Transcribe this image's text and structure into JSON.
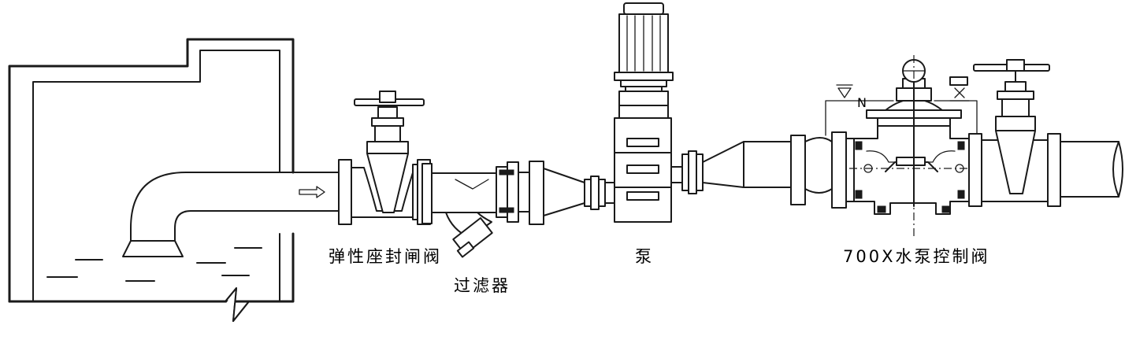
{
  "labels": {
    "gate_valve": "弹性座封闸阀",
    "strainer": "过滤器",
    "pump": "泵",
    "control_valve": "700X水泵控制阀"
  },
  "colors": {
    "line": "#1a1a1a",
    "background": "#ffffff"
  }
}
